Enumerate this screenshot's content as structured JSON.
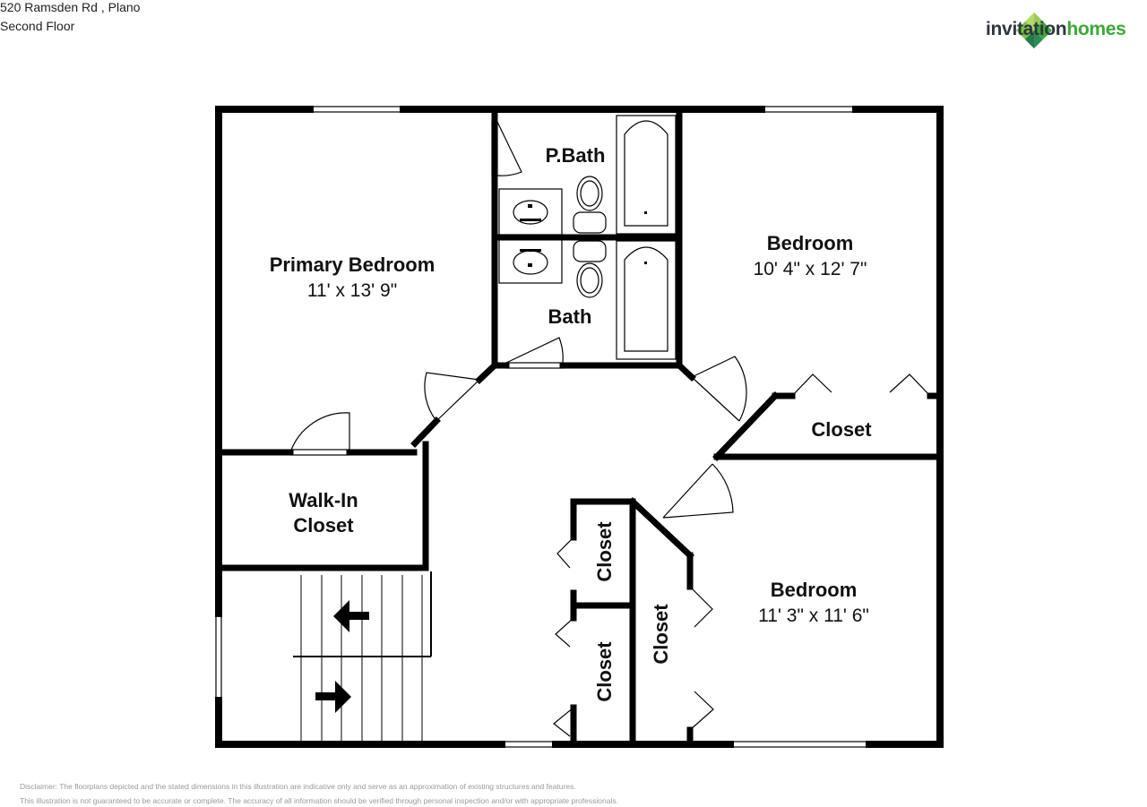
{
  "header": {
    "address": "520 Ramsden Rd , Plano",
    "floor": "Second Floor"
  },
  "logo": {
    "text_part1": "invitation",
    "text_part2": "homes",
    "icon": "diamond-cluster-logo-icon",
    "colors": [
      "#2e8b57",
      "#3aaa35",
      "#7cc242",
      "#b5d96b"
    ]
  },
  "rooms": {
    "primary_bedroom": {
      "name": "Primary Bedroom",
      "dims": "11' x 13' 9\""
    },
    "p_bath": {
      "name": "P.Bath"
    },
    "bath": {
      "name": "Bath"
    },
    "bedroom_upper": {
      "name": "Bedroom",
      "dims": "10' 4\" x 12' 7\""
    },
    "closet_upper": {
      "name": "Closet"
    },
    "walk_in_closet": {
      "line1": "Walk-In",
      "line2": "Closet"
    },
    "closet_hall_upper": {
      "name": "Closet"
    },
    "closet_hall_lower": {
      "name": "Closet"
    },
    "closet_bedroom_lower": {
      "name": "Closet"
    },
    "bedroom_lower": {
      "name": "Bedroom",
      "dims": "11' 3\" x 11' 6\""
    }
  },
  "disclaimer": {
    "line1": "Disclaimer: The floorplans depicted and the stated dimensions in this illustration are indicative only and serve as an approximation of existing structures and features.",
    "line2": "This illustration is not guaranteed to be accurate or complete. The accuracy of all information should be verified through personal inspection and/or with appropriate professionals."
  },
  "colors": {
    "wall": "#000000",
    "accent": "#3aaa35",
    "text_brand": "#2f3640"
  }
}
